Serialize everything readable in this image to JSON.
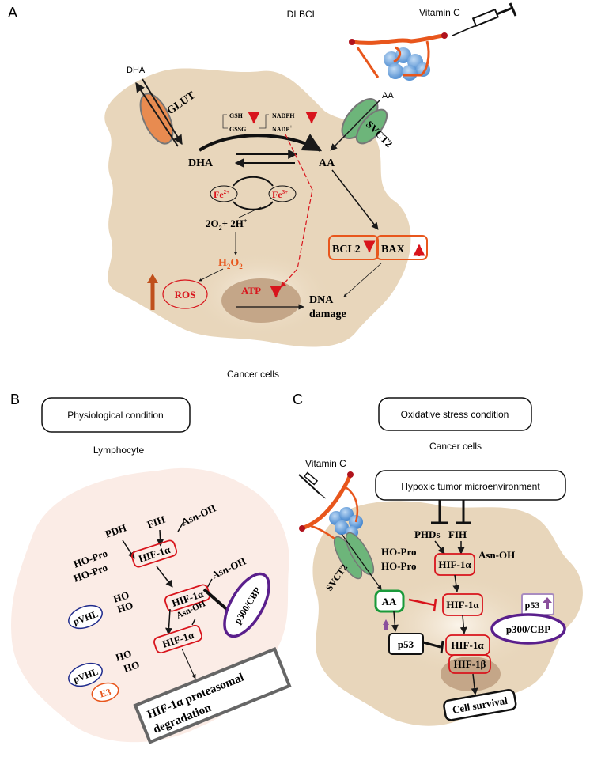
{
  "panels": {
    "a": {
      "letter": "A",
      "title": "DLBCL",
      "vitamin_c": "Vitamin C",
      "dha_outside": "DHA",
      "aa_outside": "AA",
      "glut": "GLUT",
      "svct2": "SVCT2",
      "gsh": "GSH",
      "gssg": "GSSG",
      "nadph": "NADPH",
      "nadp": "NADP",
      "nadp_sup": "+",
      "dha_inside": "DHA",
      "aa_inside": "AA",
      "fe2": "Fe",
      "fe2_sup": "2+",
      "fe3": "Fe",
      "fe3_sup": "3+",
      "o2_part1": "2O",
      "o2_sub": "2",
      "o2_part2": "+ 2H",
      "o2_sup": "+",
      "h2o2_h": "H",
      "h2o2_sub1": "2",
      "h2o2_o": "O",
      "h2o2_sub2": "2",
      "ros": "ROS",
      "atp": "ATP",
      "bcl2": "BCL2",
      "bax": "BAX",
      "dna": "DNA",
      "damage": "damage",
      "caption": "Cancer cells"
    },
    "b": {
      "letter": "B",
      "condition": "Physiological condition",
      "cell_type": "Lymphocyte",
      "pdh": "PDH",
      "fih": "FIH",
      "asn_oh_1": "Asn-OH",
      "ho_pro_1": "HO-Pro",
      "ho_pro_2": "HO-Pro",
      "hif1a_1": "HIF-1α",
      "asn_oh_2": "Asn-OH",
      "hif1a_2": "HIF-1α",
      "ho_1": "HO",
      "ho_2": "HO",
      "pvhl_1": "pVHL",
      "p300": "p300/CBP",
      "asn_oh_3": "Asn-OH",
      "hif1a_3": "HIF-1α",
      "ho_3": "HO",
      "ho_4": "HO",
      "pvhl_2": "pVHL",
      "e3": "E3",
      "degradation_1": "HIF-1α proteasomal",
      "degradation_2": "degradation"
    },
    "c": {
      "letter": "C",
      "condition": "Oxidative stress condition",
      "cell_type": "Cancer cells",
      "vitamin_c": "Vitamin C",
      "hypoxic": "Hypoxic tumor microenvironment",
      "phds": "PHDs",
      "fih": "FIH",
      "ho_pro_1": "HO-Pro",
      "ho_pro_2": "HO-Pro",
      "hif1a_1": "HIF-1α",
      "asn_oh": "Asn-OH",
      "svct2": "SVCT2",
      "aa": "AA",
      "hif1a_2": "HIF-1α",
      "p53_up": "p53",
      "p300": "p300/CBP",
      "p53": "p53",
      "hif1a_3": "HIF-1α",
      "hif1b": "HIF-1β",
      "survival": "Cell survival"
    }
  },
  "colors": {
    "cell": "#e8d6bb",
    "lymphocyte": "#fbece6",
    "nucleus": "#c4a688",
    "red": "#d8141c",
    "orange": "#e8561c",
    "green_transporter": "#6db57a",
    "glut": "#e88b50",
    "purple": "#5a1f8c",
    "blue": "#1e2a8c"
  }
}
